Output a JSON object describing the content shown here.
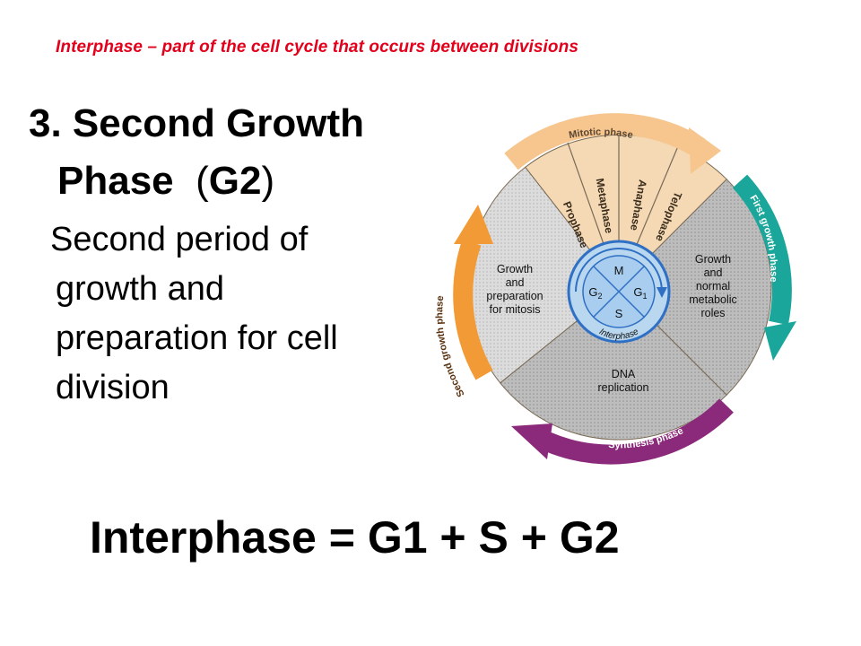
{
  "slide": {
    "top_note": "Interphase – part of the cell cycle that occurs between divisions",
    "heading_line1": "3.  Second Growth",
    "heading_line2_word": "Phase",
    "heading_line2_paren_open": "(",
    "heading_line2_code": "G2",
    "heading_line2_paren_close": ")",
    "description_lines": [
      "Second period of",
      "growth and",
      "preparation for cell",
      "division"
    ],
    "equation": "Interphase = G1 + S + G2"
  },
  "diagram": {
    "outer_phases": {
      "mitotic": "Mitotic phase",
      "first_growth": "First growth phase",
      "synthesis": "Synthesis phase",
      "second_growth": "Second growth phase"
    },
    "mitosis_stages": [
      "Prophase",
      "Metaphase",
      "Anaphase",
      "Telophase"
    ],
    "sectors": {
      "g1_lines": [
        "Growth",
        "and",
        "normal",
        "metabolic",
        "roles"
      ],
      "s_lines": [
        "DNA",
        "replication"
      ],
      "g2_lines": [
        "Growth",
        "and",
        "preparation",
        "for mitosis"
      ]
    },
    "center": {
      "m": "M",
      "g1": "G",
      "g1_sub": "1",
      "g2": "G",
      "g2_sub": "2",
      "s": "S",
      "ring": "Interphase"
    },
    "colors": {
      "mitotic_arrow": "#f6c68e",
      "first_growth_arrow": "#1aa69a",
      "synthesis_arrow": "#8b2a7a",
      "second_growth_arrow": "#f29a35",
      "center": "#b9d7ef",
      "center_ring": "#2f6fc4"
    }
  }
}
